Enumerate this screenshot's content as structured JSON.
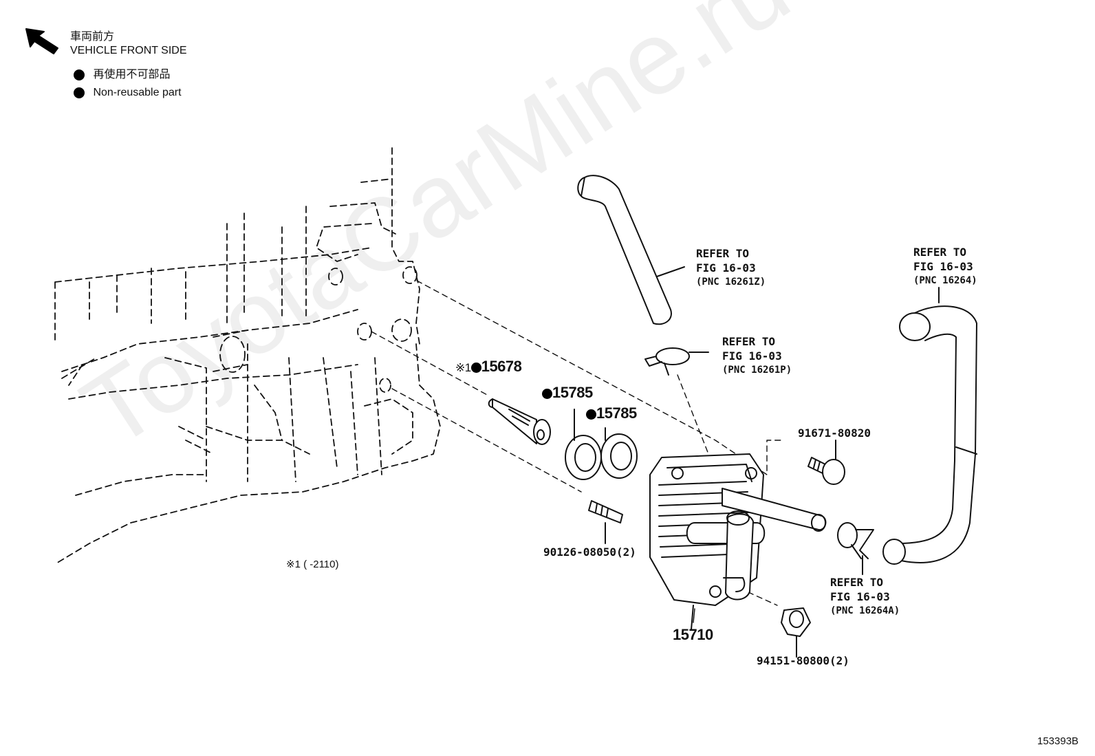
{
  "legend": {
    "front_jp": "車両前方",
    "front_en": "VEHICLE FRONT SIDE",
    "nonreuse_jp": "再使用不可部品",
    "nonreuse_en": "Non-reusable part"
  },
  "callouts": {
    "c1": {
      "line1": "REFER TO",
      "line2": "FIG 16-03",
      "line3": "(PNC 16261Z)"
    },
    "c2": {
      "line1": "REFER TO",
      "line2": "FIG 16-03",
      "line3": "(PNC 16261P)"
    },
    "c3": {
      "line1": "REFER TO",
      "line2": "FIG 16-03",
      "line3": "(PNC 16264)"
    },
    "c4": {
      "line1": "REFER TO",
      "line2": "FIG 16-03",
      "line3": "(PNC 16264A)"
    }
  },
  "parts": {
    "p15678_prefix": "※1",
    "p15678": "15678",
    "p15785a": "15785",
    "p15785b": "15785",
    "p91671": "91671-80820",
    "p90126": "90126-08050(2)",
    "p15710": "15710",
    "p94151": "94151-80800(2)"
  },
  "note": "※1 (       -2110)",
  "figure_id": "153393B",
  "watermark": "ToyotaCarMine.ru"
}
